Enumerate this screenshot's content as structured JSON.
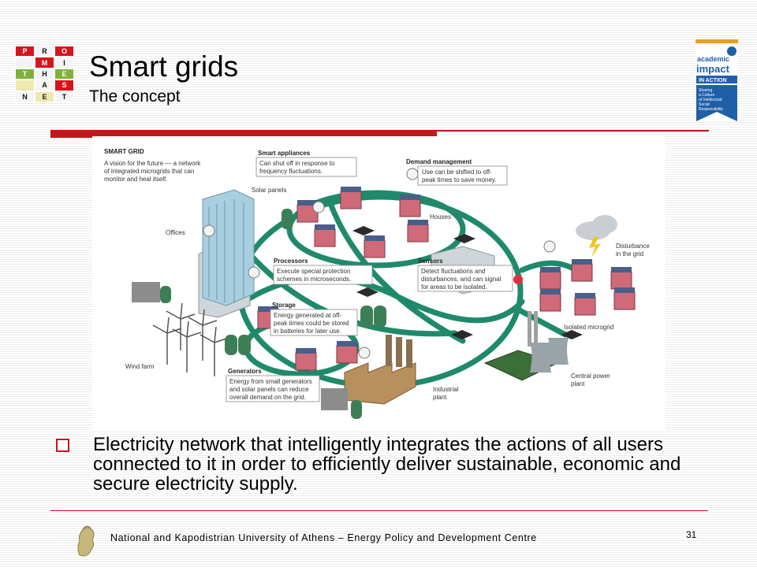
{
  "logo": {
    "cells": [
      {
        "text": "P",
        "bg": "red"
      },
      {
        "text": "R",
        "bg": "white"
      },
      {
        "text": "O",
        "bg": "red"
      },
      {
        "text": "",
        "bg": "white"
      },
      {
        "text": "M",
        "bg": "red"
      },
      {
        "text": "I",
        "bg": "white"
      },
      {
        "text": "T",
        "bg": "green"
      },
      {
        "text": "H",
        "bg": "white"
      },
      {
        "text": "E",
        "bg": "green"
      },
      {
        "text": "",
        "bg": "yellow"
      },
      {
        "text": "A",
        "bg": "white"
      },
      {
        "text": "S",
        "bg": "red"
      },
      {
        "text": "N",
        "bg": "white"
      },
      {
        "text": "E",
        "bg": "yellow"
      },
      {
        "text": "T",
        "bg": "white"
      }
    ]
  },
  "slide": {
    "title": "Smart grids",
    "subtitle": "The concept",
    "bullet": "Electricity network that intelligently integrates the actions of all users connected to it in order to efficiently deliver sustainable, economic and secure electricity supply."
  },
  "badge": {
    "line1": "academic",
    "line2": "impact",
    "line3": "IN ACTION",
    "tagline": [
      "Sharing",
      "a Culture",
      "of Intellectual",
      "Social",
      "Responsibility"
    ]
  },
  "diagram": {
    "title": "SMART GRID",
    "intro": [
      "A vision for the future — a network",
      "of integrated microgrids that can",
      "monitor and heal itself."
    ],
    "smart_appliances": {
      "head": "Smart appliances",
      "lines": [
        "Can shut off in response to",
        "frequency fluctuations."
      ]
    },
    "demand_management": {
      "head": "Demand management",
      "lines": [
        "Use can be shifted to off-",
        "peak times to save money."
      ]
    },
    "processors": {
      "head": "Processors",
      "lines": [
        "Execute special protection",
        "schemes in microseconds."
      ]
    },
    "sensors": {
      "head": "Sensors",
      "lines": [
        "Detect fluctuations and",
        "disturbances, and can signal",
        "for areas to be isolated."
      ]
    },
    "storage": {
      "head": "Storage",
      "lines": [
        "Energy generated at off-",
        "peak times could be stored",
        "in batteries for later use."
      ]
    },
    "generators": {
      "head": "Generators",
      "lines": [
        "Energy from small generators",
        "and solar panels can reduce",
        "overall demand on the grid."
      ]
    },
    "labels": {
      "solar_panels": "Solar panels",
      "offices": "Offices",
      "houses": "Houses",
      "wind_farm": "Wind farm",
      "industrial": [
        "Industrial",
        "plant"
      ],
      "central": [
        "Central power",
        "plant"
      ],
      "disturbance": [
        "Disturbance",
        "in the grid"
      ],
      "isolated": "Isolated microgrid"
    }
  },
  "footer": {
    "text": "National and Kapodistrian University of Athens – Energy Policy and Development Centre",
    "page": "31"
  },
  "colors": {
    "accent_red": "#c8141b",
    "grid_green": "#1f8a6b",
    "badge_blue": "#1f5fa8"
  }
}
